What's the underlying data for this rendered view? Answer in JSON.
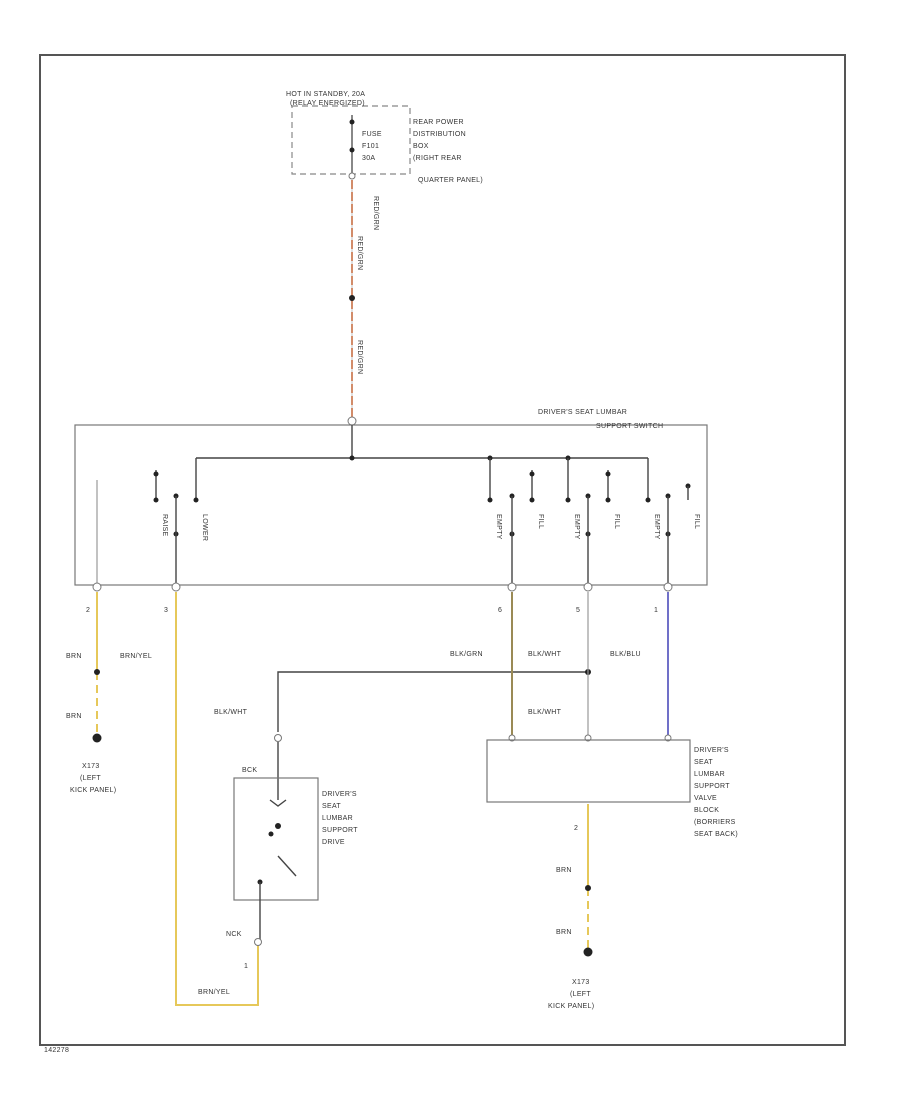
{
  "labels": {
    "hot_in": "HOT IN STANDBY, 20A",
    "relay": "(RELAY ENERGIZED)",
    "fuse": "FUSE",
    "fuse_num": "F101",
    "fuse_amp": "30A",
    "rear_dist_1": "REAR POWER",
    "rear_dist_2": "DISTRIBUTION",
    "rear_dist_3": "BOX",
    "rear_dist_4": "(RIGHT REAR",
    "rear_dist_5": "QUARTER PANEL)",
    "wire_red_top": "RED/GRN",
    "wire_red_mid": "RED/GRN",
    "wire_red_low": "RED/GRN",
    "switch_title_1": "DRIVER'S SEAT LUMBAR",
    "switch_title_2": "SUPPORT SWITCH",
    "sw_raise": "RAISE",
    "sw_lower": "LOWER",
    "sw_empty1": "EMPTY",
    "sw_fill1": "FILL",
    "sw_empty2": "EMPTY",
    "sw_fill2": "FILL",
    "sw_empty3": "EMPTY",
    "sw_fill3": "FILL",
    "pin2": "2",
    "pin3": "3",
    "pin6": "6",
    "pin5": "5",
    "pin1": "1",
    "brn_top": "BRN",
    "brn_bot": "BRN",
    "brn_yel": "BRN/YEL",
    "blk_grn": "BLK/GRN",
    "blk_wht_top": "BLK/WHT",
    "blk_blu": "BLK/BLU",
    "blk_wht_left": "BLK/WHT",
    "blk_wht_right": "BLK/WHT",
    "ground_l_1": "X173",
    "ground_l_2": "(LEFT",
    "ground_l_3": "KICK PANEL)",
    "m_pin_top": "BCK",
    "motor_1": "DRIVER'S",
    "motor_2": "SEAT",
    "motor_3": "LUMBAR",
    "motor_4": "SUPPORT",
    "motor_5": "DRIVE",
    "m_pin_bot": "NCK",
    "m_pin_1": "1",
    "brn_yel_bottom": "BRN/YEL",
    "valve_1": "DRIVER'S",
    "valve_2": "SEAT",
    "valve_3": "LUMBAR",
    "valve_4": "SUPPORT",
    "valve_5": "VALVE",
    "valve_6": "BLOCK",
    "valve_7": "(BORRIERS",
    "valve_8": "SEAT BACK)",
    "valve_pin": "2",
    "brn_v_top": "BRN",
    "brn_v_bot": "BRN",
    "ground_r_1": "X173",
    "ground_r_2": "(LEFT",
    "ground_r_3": "KICK PANEL)",
    "figure_id": "142278"
  },
  "colors": {
    "red_wire": "#e8743a",
    "yellow_wire": "#e6c85a",
    "olive_wire": "#9a8a55",
    "blue_wire": "#7070c8",
    "dark_wire": "#444444"
  }
}
